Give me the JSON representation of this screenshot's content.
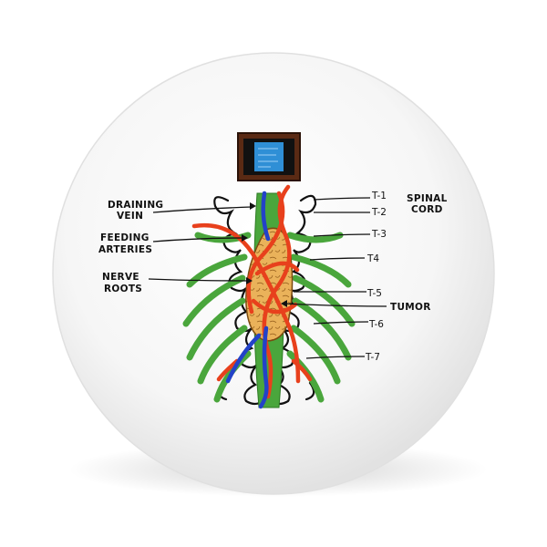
{
  "colors": {
    "background": "#ffffff",
    "button_face": "#f1f1f1",
    "button_rim": "#dcdcdc",
    "nerve": "#4aa63c",
    "artery": "#e8401c",
    "vein": "#2342c8",
    "tumor": "#eab25a",
    "tumor_outline": "#7a4a10",
    "outline": "#111111",
    "frame": "#5a2a14",
    "screen": "#2f8fd6"
  },
  "labels": {
    "draining_vein_1": "DRAINING",
    "draining_vein_2": "VEIN",
    "feeding_arteries_1": "FEEDING",
    "feeding_arteries_2": "ARTERIES",
    "nerve_roots_1": "NERVE",
    "nerve_roots_2": "ROOTS",
    "spinal_cord_1": "SPINAL",
    "spinal_cord_2": "CORD",
    "tumor": "TUMOR"
  },
  "vertebrae": [
    "T-1",
    "T-2",
    "T-3",
    "T4",
    "T-5",
    "T-6",
    "T-7"
  ],
  "icons": {
    "picture_frame": "framed-picture-icon"
  }
}
